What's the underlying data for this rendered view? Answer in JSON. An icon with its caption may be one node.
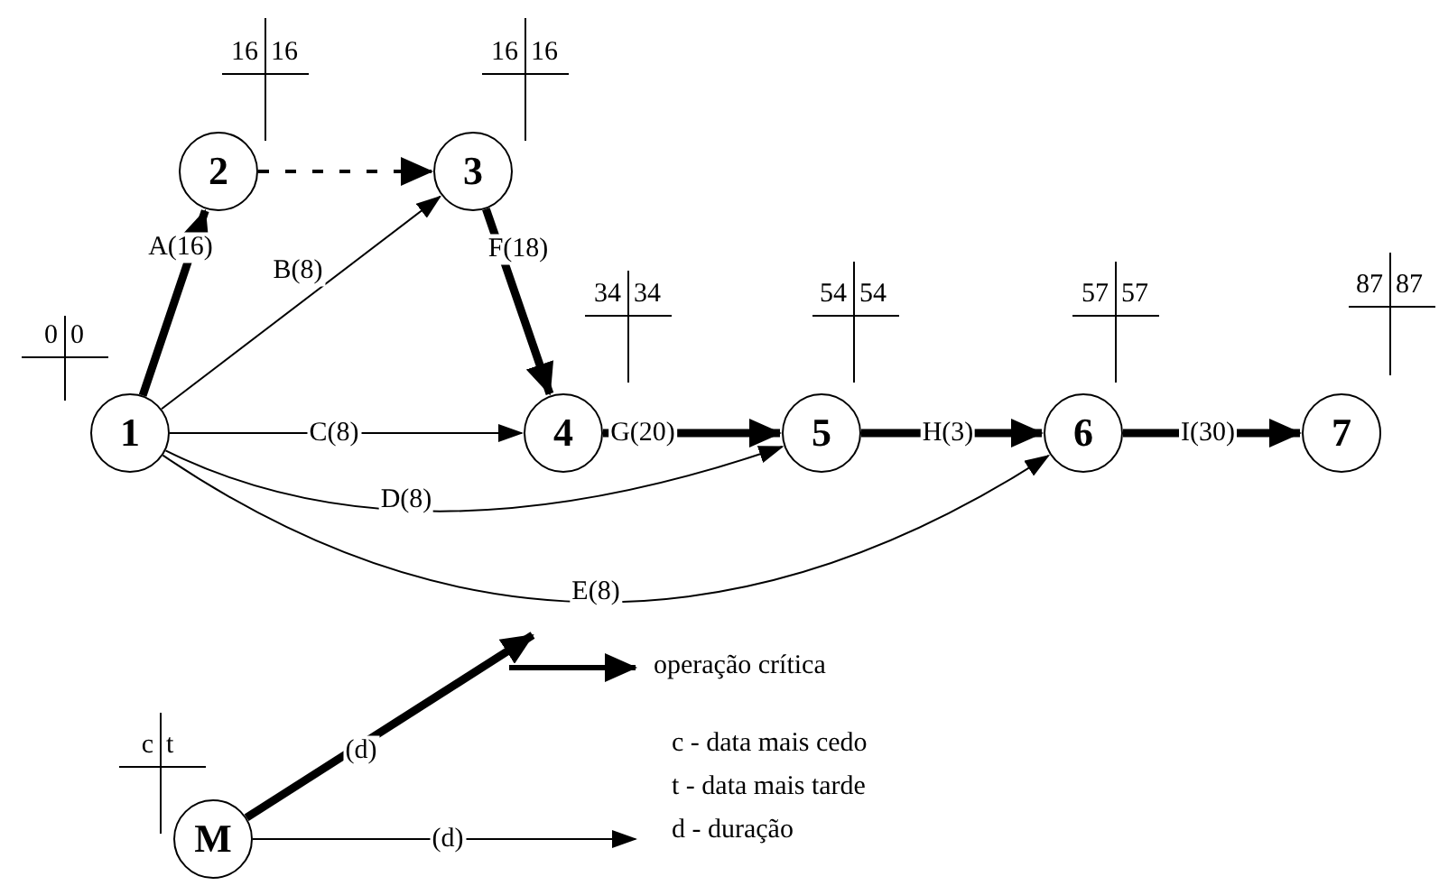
{
  "diagram": {
    "nodes": [
      {
        "text": [
          "1"
        ],
        "beside": [
          "0",
          "0"
        ]
      },
      {
        "text": [
          "2"
        ],
        "beside": [
          "16",
          "16"
        ]
      },
      {
        "text": [
          "3"
        ],
        "beside": [
          "16",
          "16"
        ]
      },
      {
        "text": [
          "4"
        ],
        "beside": [
          "34",
          "34"
        ]
      },
      {
        "text": [
          "5"
        ],
        "beside": [
          "54",
          "54"
        ]
      },
      {
        "text": [
          "6"
        ],
        "beside": [
          "57",
          "57"
        ]
      },
      {
        "text": [
          "7"
        ],
        "beside": [
          "87",
          "87"
        ]
      },
      {
        "text": [
          "M"
        ],
        "beside": [
          "c",
          "t"
        ]
      }
    ],
    "edges": [
      {
        "from": 0,
        "to": 1,
        "arrow": "to",
        "label": "A(16)",
        "style": "thick"
      },
      {
        "from": 0,
        "to": 2,
        "arrow": "to",
        "label": "B(8)"
      },
      {
        "from": 1,
        "to": 2,
        "arrow": "to",
        "style": "dashed"
      },
      {
        "from": 2,
        "to": 3,
        "arrow": "to",
        "label": "F(18)",
        "style": "thick"
      },
      {
        "from": 0,
        "to": 3,
        "arrow": "to",
        "label": "C(8)"
      },
      {
        "from": 3,
        "to": 4,
        "arrow": "to",
        "label": "G(20)",
        "style": "thick"
      },
      {
        "from": 0,
        "to": 4,
        "arrow": "to",
        "label": "D(8)"
      },
      {
        "from": 4,
        "to": 5,
        "arrow": "to",
        "label": "H(3)",
        "style": "thick"
      },
      {
        "from": 0,
        "to": 5,
        "arrow": "to",
        "label": "E(8)"
      },
      {
        "from": 5,
        "to": 6,
        "arrow": "to",
        "label": "I(30)",
        "style": "thick"
      },
      {
        "from": 7,
        "to": null,
        "arrow": "to",
        "label": "(d)",
        "style": "thick"
      },
      {
        "from": 7,
        "to": null,
        "arrow": "to",
        "label": "(d)"
      }
    ],
    "labels": [
      "c - data mais cedo",
      "t - data mais tarde",
      "d - duração"
    ],
    "legend": [
      {
        "text": "operação crítica"
      }
    ]
  }
}
